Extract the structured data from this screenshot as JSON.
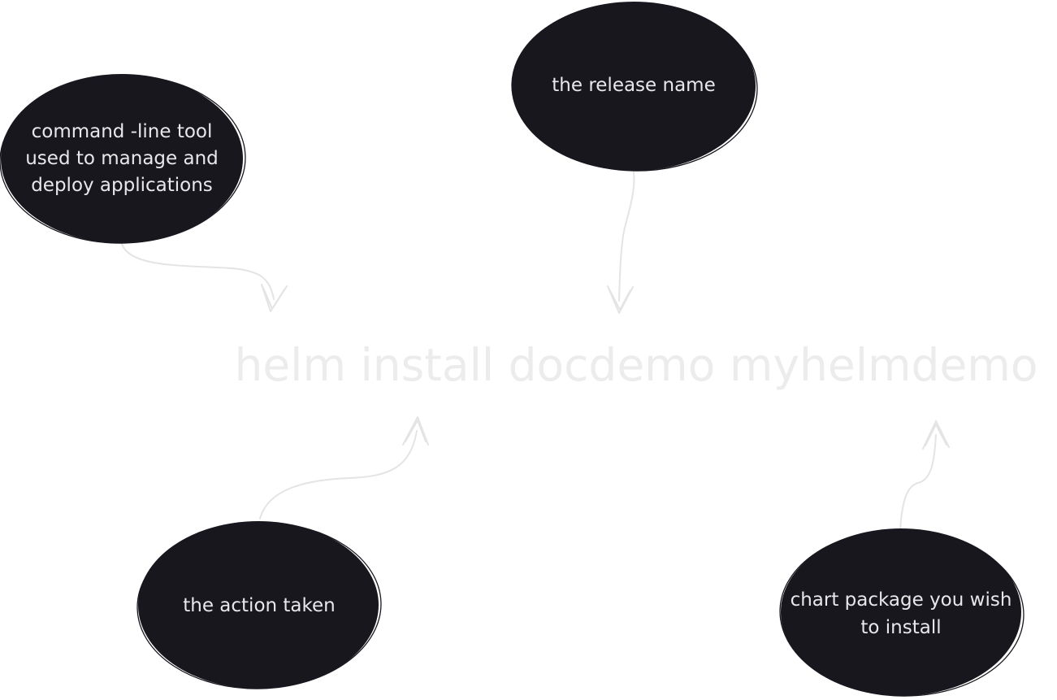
{
  "command": "helm install docdemo myhelmdemo",
  "nodes": {
    "tool": {
      "lines": [
        "command -line tool",
        "used to manage and",
        "deploy applications"
      ]
    },
    "release": {
      "lines": [
        "the release name"
      ]
    },
    "action": {
      "lines": [
        "the action taken"
      ]
    },
    "chart": {
      "lines": [
        "chart package you wish",
        "to install"
      ]
    }
  },
  "colors": {
    "node_fill": "#18171e",
    "node_text": "#e8e8ea",
    "command_text": "#ececec",
    "arrow": "#e4e4e4",
    "background": "#ffffff"
  }
}
